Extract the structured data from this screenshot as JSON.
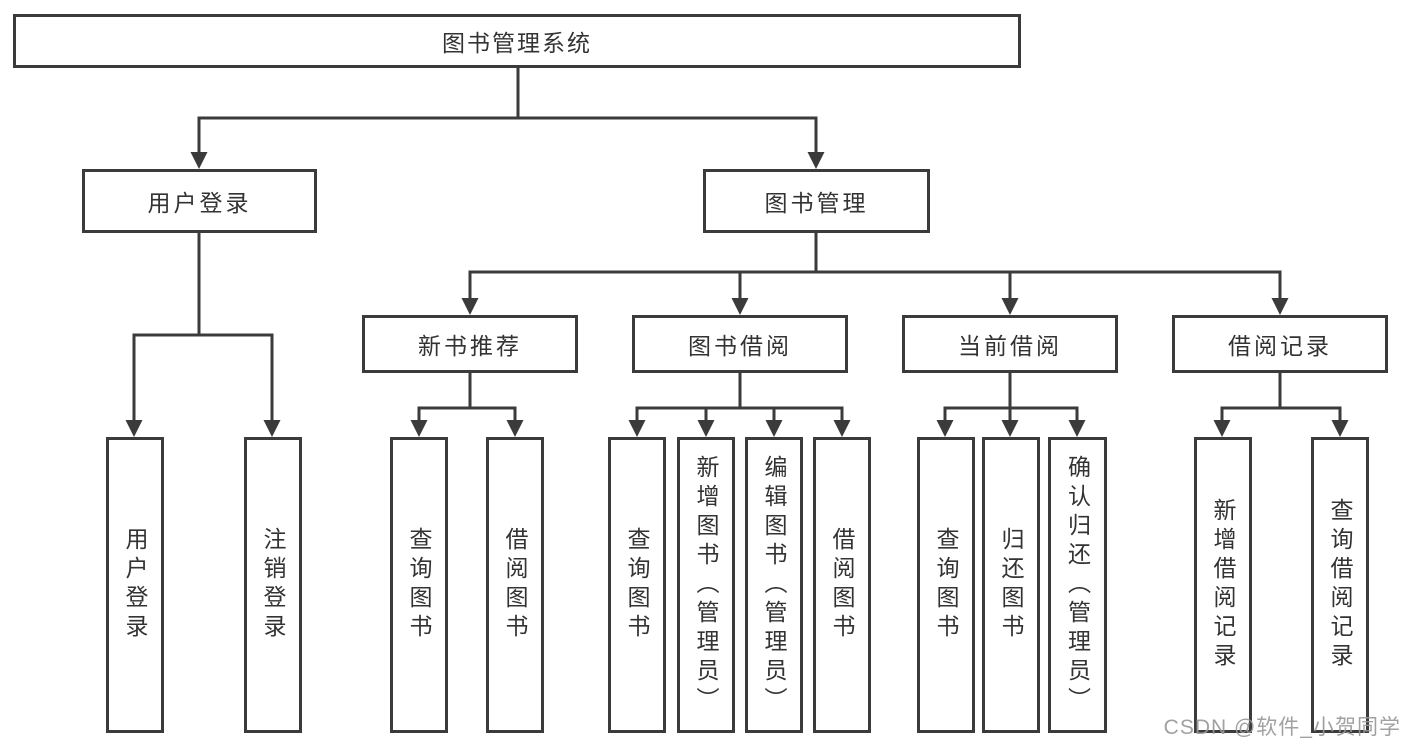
{
  "diagram": {
    "title": "图书管理系统",
    "type": "hierarchy-tree",
    "tree": {
      "label": "图书管理系统",
      "children": [
        {
          "label": "用户登录",
          "children": [
            {
              "label": "用户登录"
            },
            {
              "label": "注销登录"
            }
          ]
        },
        {
          "label": "图书管理",
          "children": [
            {
              "label": "新书推荐",
              "children": [
                {
                  "label": "查询图书"
                },
                {
                  "label": "借阅图书"
                }
              ]
            },
            {
              "label": "图书借阅",
              "children": [
                {
                  "label": "查询图书"
                },
                {
                  "label": "新增图书（管理员）"
                },
                {
                  "label": "编辑图书（管理员）"
                },
                {
                  "label": "借阅图书"
                }
              ]
            },
            {
              "label": "当前借阅",
              "children": [
                {
                  "label": "查询图书"
                },
                {
                  "label": "归还图书"
                },
                {
                  "label": "确认归还（管理员）"
                }
              ]
            },
            {
              "label": "借阅记录",
              "children": [
                {
                  "label": "新增借阅记录"
                },
                {
                  "label": "查询借阅记录"
                }
              ]
            }
          ]
        }
      ]
    },
    "colors": {
      "background": "#ffffff",
      "line": "#3b3b3b",
      "text": "#333333",
      "watermark": "#999999"
    }
  },
  "watermark": {
    "text": "CSDN @软件_小贺同学"
  }
}
